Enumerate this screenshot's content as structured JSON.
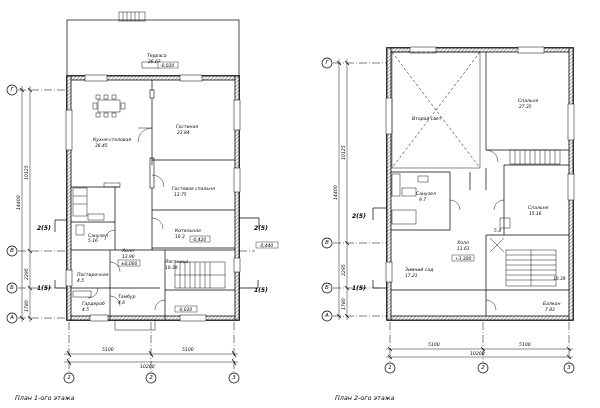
{
  "plan1": {
    "caption": "План 1-ого этажа",
    "rooms": [
      {
        "name": "Терраса",
        "area": "26.62",
        "level": "-0,020"
      },
      {
        "name": "Кухня-столовая",
        "area": "36.45"
      },
      {
        "name": "Гостиная",
        "area": "23.84"
      },
      {
        "name": "Гостевая спальня",
        "area": "13.75"
      },
      {
        "name": "Котельная",
        "area": "10.3",
        "level": "-0,420"
      },
      {
        "name": "Лестница",
        "area": "10.39"
      },
      {
        "name": "Санузел",
        "area": "5.16"
      },
      {
        "name": "Холл",
        "area": "13.90",
        "level": "±0,000"
      },
      {
        "name": "Постирочная",
        "area": "4.5"
      },
      {
        "name": "Тамбур",
        "area": "4.6"
      },
      {
        "name": "Гардероб",
        "area": "4.5"
      }
    ],
    "entry_level": "-0,020",
    "boiler_outside_level": "-0,440",
    "sections": [
      "2(5)",
      "2(5)",
      "1(5)",
      "1(5)"
    ],
    "dims_bottom": [
      "5100",
      "5100",
      "10200"
    ],
    "dims_left": [
      "10125",
      "14400",
      "2295",
      "1780"
    ],
    "axes_v": [
      "1",
      "2",
      "3"
    ],
    "axes_h": [
      "Г",
      "В",
      "Б",
      "А"
    ]
  },
  "plan2": {
    "caption": "План 2-ого этажа",
    "rooms": [
      {
        "name": "Второй свет"
      },
      {
        "name": "Спальня",
        "area": "27.35"
      },
      {
        "name": "Санузел",
        "area": "9.7"
      },
      {
        "name": "Спальня",
        "area": "15.16"
      },
      {
        "name": "Холл",
        "area": "11.61"
      },
      {
        "name": "Зимний сад",
        "area": "17.21"
      },
      {
        "name": "Балкон",
        "area": "7.83"
      }
    ],
    "small_area_1": "5.4",
    "stair_area": "10.39",
    "hall_level": "+3,300",
    "sections": [
      "2(5)",
      "1(5)"
    ],
    "dims_bottom": [
      "5100",
      "5100",
      "10200"
    ],
    "dims_left": [
      "10125",
      "14400",
      "2295",
      "1780"
    ],
    "axes_v": [
      "1",
      "2",
      "3"
    ],
    "axes_h": [
      "Г",
      "В",
      "Б",
      "А"
    ]
  }
}
